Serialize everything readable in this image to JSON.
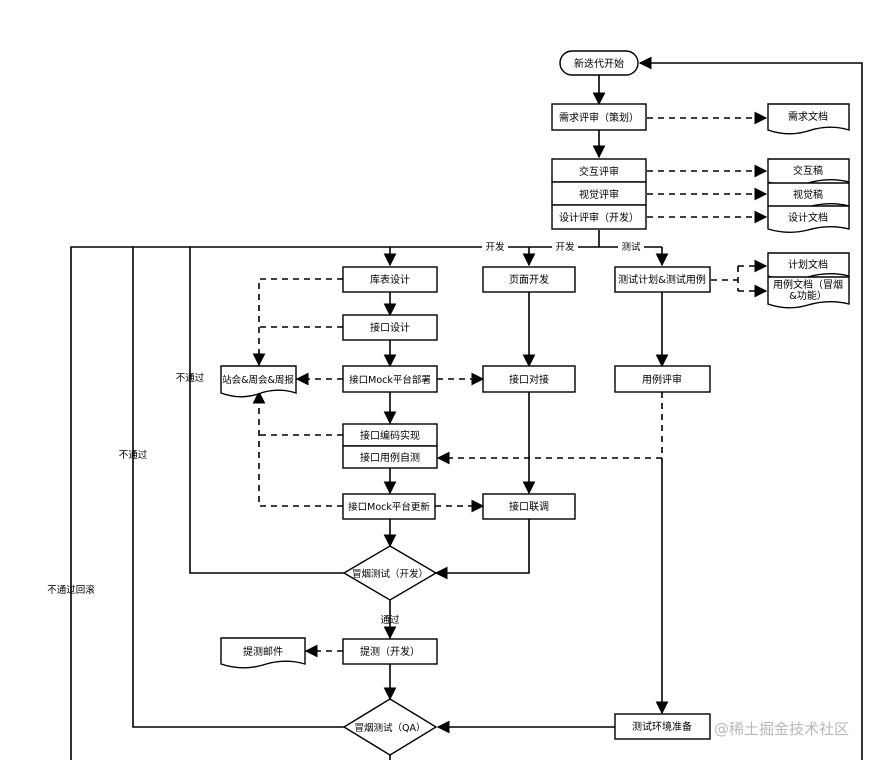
{
  "nodes": {
    "start": "新迭代开始",
    "req_review": "需求评审（策划）",
    "req_doc": "需求文档",
    "interact_review": "交互评审",
    "visual_review": "视觉评审",
    "design_review": "设计评审（开发）",
    "interact_doc": "交互稿",
    "visual_doc": "视觉稿",
    "design_doc": "设计文档",
    "db_design": "库表设计",
    "page_dev": "页面开发",
    "test_plan": "测试计划&测试用例",
    "plan_doc": "计划文档",
    "case_doc_line1": "用例文档（冒烟",
    "case_doc_line2": "&功能）",
    "api_design": "接口设计",
    "standup": "站会&周会&周报",
    "mock_deploy": "接口Mock平台部署",
    "api_connect": "接口对接",
    "case_review": "用例评审",
    "api_coding": "接口编码实现",
    "api_selftest": "接口用例自测",
    "mock_update": "接口Mock平台更新",
    "api_joint": "接口联调",
    "smoke_dev": "冒烟测试（开发）",
    "submit_test": "提测（开发）",
    "submit_mail": "提测邮件",
    "test_env": "测试环境准备",
    "smoke_qa": "冒烟测试（QA）"
  },
  "edge_labels": {
    "dev1": "开发",
    "dev2": "开发",
    "test": "测试",
    "pass": "通过",
    "fail1": "不通过",
    "fail2": "不通过",
    "rollback": "不通过回滚"
  },
  "watermark": "@稀土掘金技术社区"
}
